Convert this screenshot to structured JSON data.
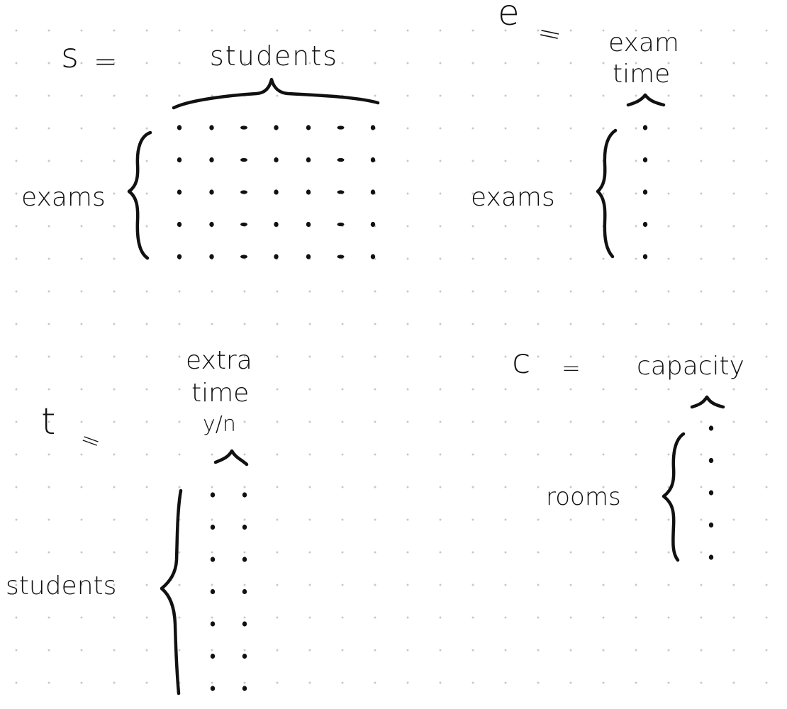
{
  "matrices": {
    "s": {
      "symbol": "s",
      "eq": "=",
      "col_label": "students",
      "row_label": "exams",
      "rows": 5,
      "cols": 7
    },
    "e": {
      "symbol": "e",
      "eq": "=",
      "col_label_line1": "exam",
      "col_label_line2": "time",
      "row_label": "exams",
      "rows": 5,
      "cols": 1
    },
    "t": {
      "symbol": "t",
      "eq": "=",
      "col_label_line1": "extra",
      "col_label_line2": "time",
      "col_label_line3": "y/n",
      "row_label": "students",
      "rows": 7,
      "cols": 2
    },
    "c": {
      "symbol": "c",
      "eq": "=",
      "col_label": "capacity",
      "row_label": "rooms",
      "rows": 5,
      "cols": 1
    }
  }
}
